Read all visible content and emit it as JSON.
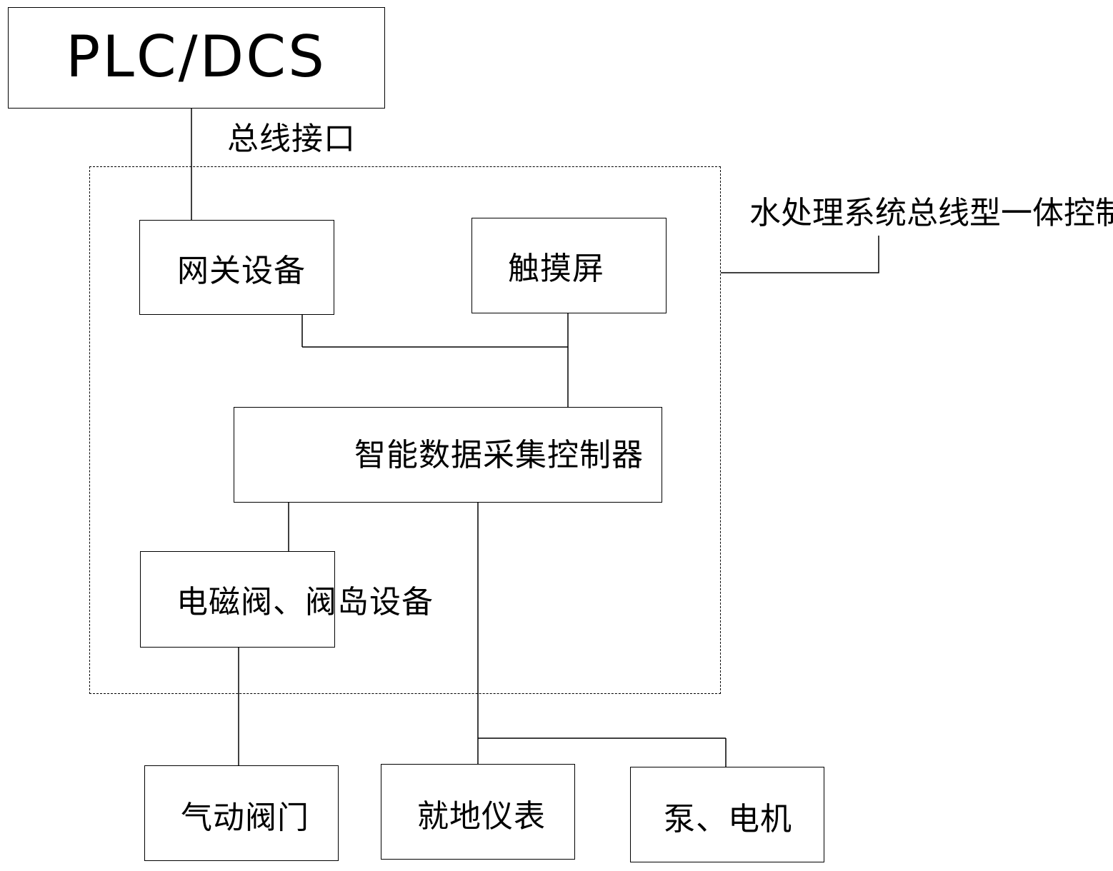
{
  "diagram": {
    "top_system": "PLC/DCS",
    "bus_interface_label": "总线接口",
    "control_box_label": "水处理系统总线型一体控制箱",
    "nodes": {
      "gateway": "网关设备",
      "touchscreen": "触摸屏",
      "controller": "智能数据采集控制器",
      "valve_island": "电磁阀、阀岛设备",
      "pneumatic_valve": "气动阀门",
      "local_instruments": "就地仪表",
      "pump_motor": "泵、电机"
    }
  }
}
